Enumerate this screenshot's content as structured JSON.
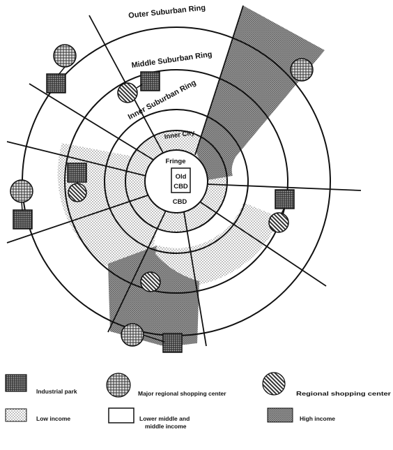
{
  "diagram": {
    "rings": {
      "outer_suburban": "Outer Suburban Ring",
      "middle_suburban": "Middle Suburban Ring",
      "inner_suburban": "Inner Suburban Ring",
      "inner_city": "Inner City",
      "fringe": "Fringe",
      "cbd": "CBD",
      "old_cbd_line1": "Old",
      "old_cbd_line2": "CBD"
    }
  },
  "legend": {
    "industrial_park": "Industrial park",
    "major_regional_shopping_center": "Major regional shopping center",
    "regional_shopping_center": "Regional shopping center",
    "low_income": "Low income",
    "lower_middle_line1": "Lower middle and",
    "lower_middle_line2": "middle income",
    "high_income": "High income"
  },
  "colors": {
    "line": "#111111",
    "background": "#ffffff",
    "dot_fill": "#9a9a9a",
    "dense_dot_fill": "#5a5a5a"
  }
}
